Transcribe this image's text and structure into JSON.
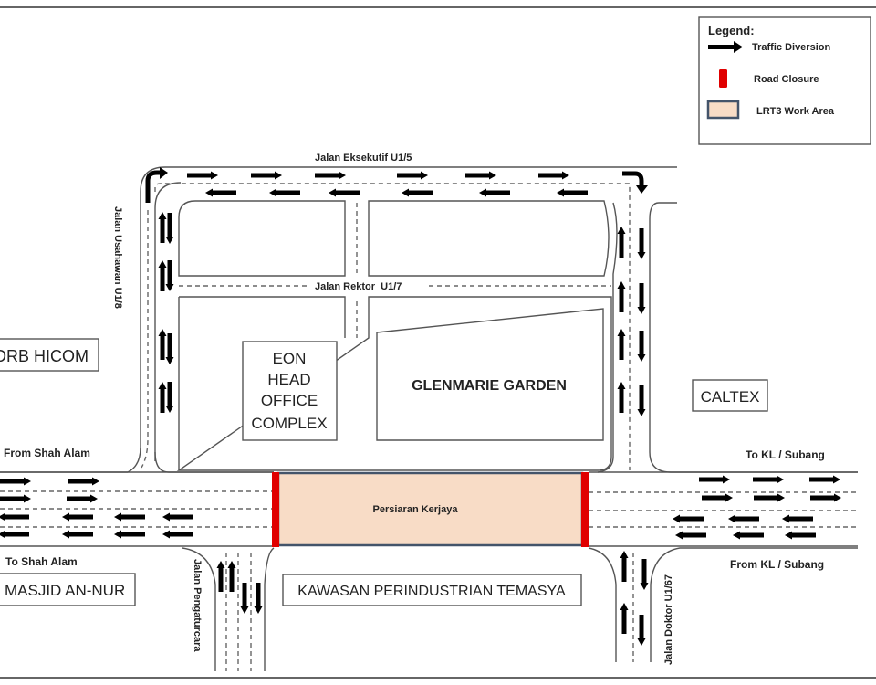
{
  "legend": {
    "title": "Legend:",
    "items": [
      {
        "icon": "arrow-right-icon",
        "label": "Traffic Diversion"
      },
      {
        "icon": "road-closure-icon",
        "label": "Road Closure",
        "color": "#e00000"
      },
      {
        "icon": "work-area-icon",
        "label": "LRT3 Work Area",
        "color": "#f8dcc6",
        "border": "#44546a"
      }
    ]
  },
  "roads": {
    "eksekutif": "Jalan Eksekutif U1/5",
    "rektor": "Jalan Rektor  U1/7",
    "usahawan": "Jalan Usahawan U1/8",
    "pengaturcara": "Jalan Pengaturcara",
    "doktor": "Jalan Doktor U1/67",
    "persiaran": "Persiaran Kerjaya"
  },
  "directions": {
    "from_shah_alam": "From Shah Alam",
    "to_shah_alam": "To Shah Alam",
    "to_kl": "To KL / Subang",
    "from_kl": "From KL / Subang"
  },
  "landmarks": {
    "drb": "DRB HICOM",
    "eon": [
      "EON",
      "HEAD",
      "OFFICE",
      "COMPLEX"
    ],
    "glenmarie": "GLENMARIE GARDEN",
    "caltex": "CALTEX",
    "masjid": "MASJID AN-NUR",
    "temasya": "KAWASAN PERINDUSTRIAN TEMASYA"
  },
  "colors": {
    "closure": "#e00000",
    "work_area_fill": "#f8dcc6",
    "work_area_border": "#44546a",
    "arrow": "#000000"
  },
  "arrows": {
    "top_east": 6,
    "top_west": 6,
    "left_up": 4,
    "left_down": 4,
    "right_up": 4,
    "right_down": 4,
    "main_west_section_east": 4,
    "main_west_section_west": 8,
    "main_east_section_east": 6,
    "main_east_section_west": 6,
    "pengaturcara_up": 2,
    "pengaturcara_down": 2,
    "doktor_up": 2,
    "doktor_down": 2
  }
}
